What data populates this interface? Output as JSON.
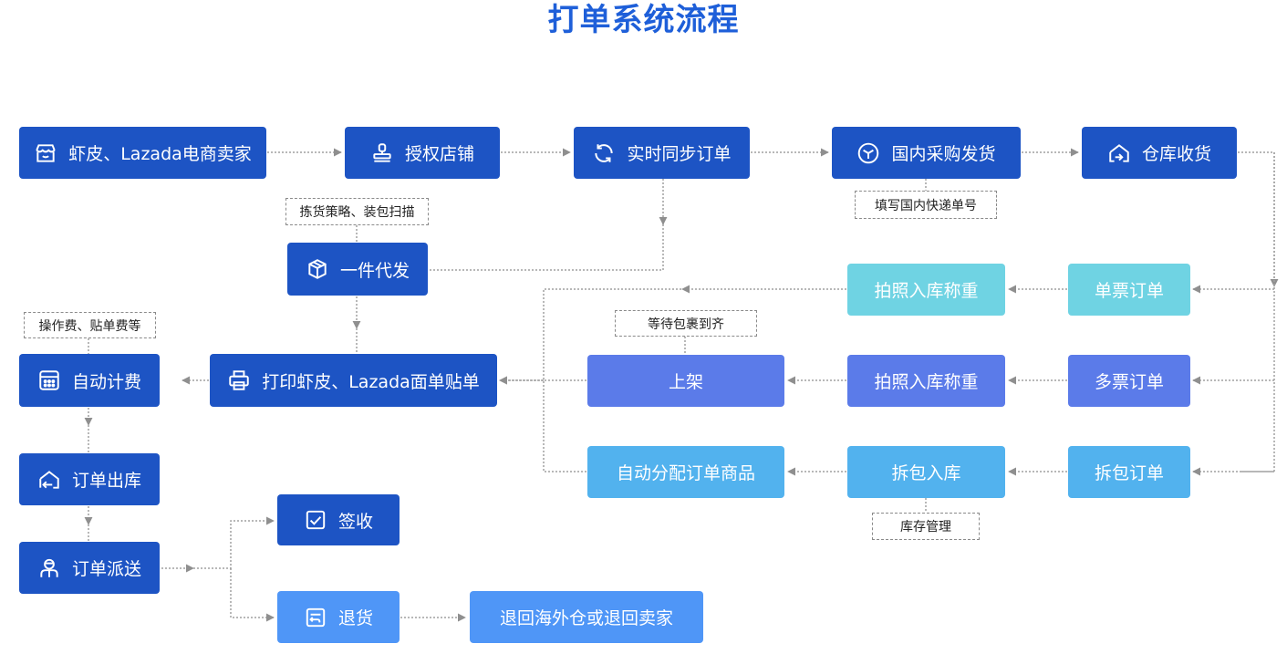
{
  "title": "打单系统流程",
  "nodes": {
    "seller": "虾皮、Lazada电商卖家",
    "auth": "授权店铺",
    "sync": "实时同步订单",
    "domestic": "国内采购发货",
    "receive": "仓库收货",
    "dropship": "一件代发",
    "single_order": "单票订单",
    "photo_weigh_1": "拍照入库称重",
    "multi_order": "多票订单",
    "photo_weigh_2": "拍照入库称重",
    "shelve": "上架",
    "split_order": "拆包订单",
    "split_instock": "拆包入库",
    "auto_allocate": "自动分配订单商品",
    "print_label": "打印虾皮、Lazada面单贴单",
    "auto_billing": "自动计费",
    "outbound": "订单出库",
    "dispatch": "订单派送",
    "signed": "签收",
    "return": "退货",
    "return_dest": "退回海外仓或退回卖家"
  },
  "notes": {
    "tracking": "填写国内快递单号",
    "picking": "拣货策略、装包扫描",
    "fees": "操作费、贴单费等",
    "wait": "等待包裹到齐",
    "inventory": "库存管理"
  },
  "icons": {
    "seller": "store-icon",
    "auth": "stamp-icon",
    "sync": "sync-icon",
    "domestic": "box-hex-icon",
    "receive": "warehouse-in-icon",
    "dropship": "package-icon",
    "print_label": "printer-icon",
    "auto_billing": "calculator-icon",
    "outbound": "warehouse-out-icon",
    "dispatch": "courier-icon",
    "signed": "checkbox-icon",
    "return": "return-icon"
  },
  "colors": {
    "title": "#1e5fd9",
    "dark": "#1d54c4",
    "mid": "#5b7be9",
    "cyan": "#6fd3e3",
    "sky": "#52b2ee",
    "bright": "#4f96f7",
    "connector": "#9a9a9a"
  }
}
